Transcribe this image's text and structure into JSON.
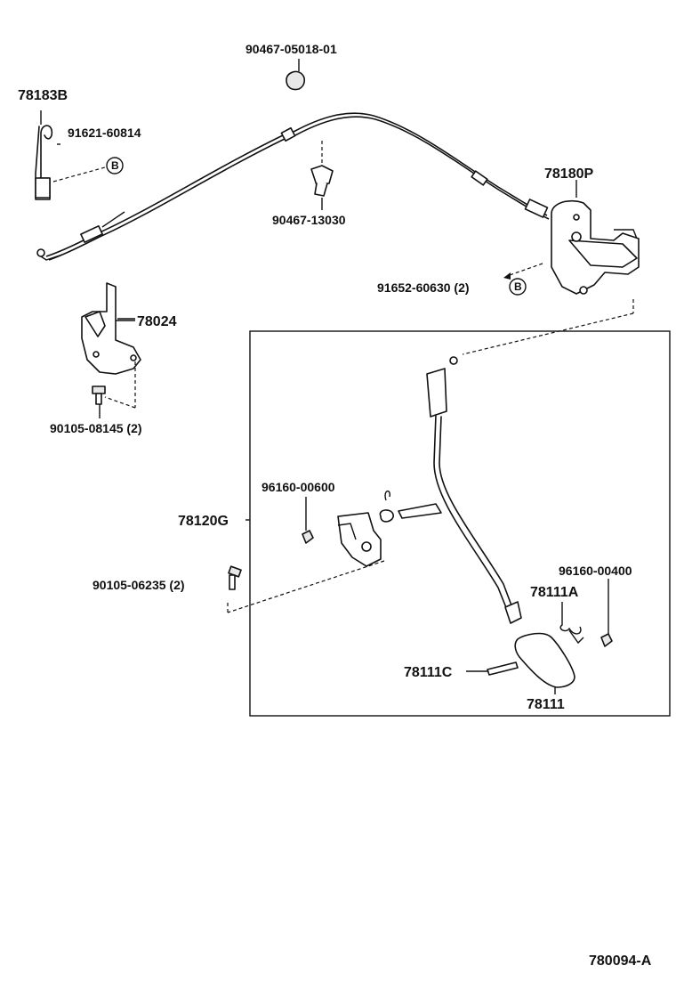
{
  "diagram": {
    "parts": {
      "p_78183B": "78183B",
      "p_91621": "91621-60814",
      "p_90467_05018": "90467-05018-01",
      "p_90467_13030": "90467-13030",
      "p_78180P": "78180P",
      "p_91652": "91652-60630 (2)",
      "p_78024": "78024",
      "p_90105_08145": "90105-08145 (2)",
      "p_96160_00600": "96160-00600",
      "p_78120G": "78120G",
      "p_90105_06235": "90105-06235 (2)",
      "p_96160_00400": "96160-00400",
      "p_78111A": "78111A",
      "p_78111C": "78111C",
      "p_78111": "78111"
    },
    "ref_marker": "B",
    "figure_code": "780094-A"
  }
}
